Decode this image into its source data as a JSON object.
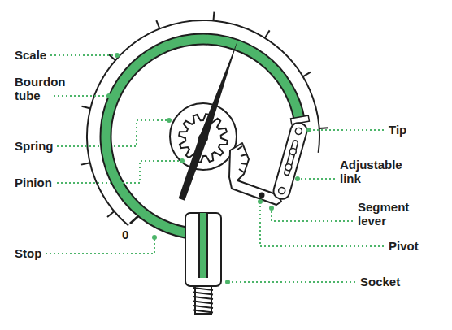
{
  "diagram": {
    "labels": [
      "Scale",
      "Bourdon tube",
      "Spring",
      "Pinion",
      "Stop",
      "0",
      "Tip",
      "Adjustable link",
      "Segment lever",
      "Pivot",
      "Socket"
    ]
  }
}
